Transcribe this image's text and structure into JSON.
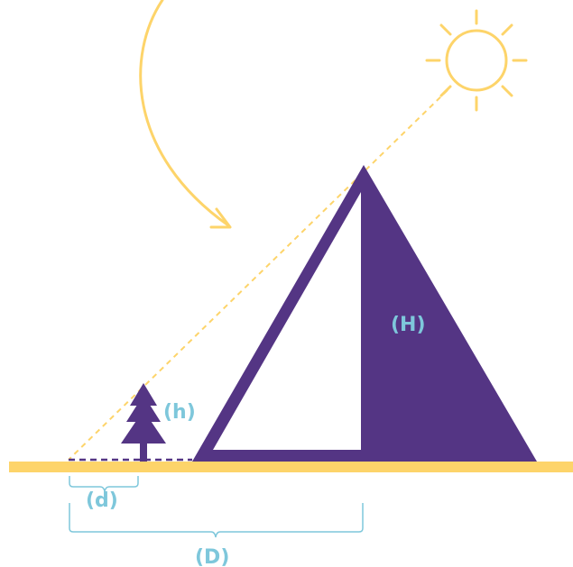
{
  "labels": {
    "tree_height": "(h)",
    "pyramid_height": "(H)",
    "tree_shadow": "(d)",
    "pyramid_shadow": "(D)"
  },
  "icons": {
    "sun": "sun-icon",
    "tree": "tree-icon",
    "pyramid": "pyramid",
    "arrow": "curved-arrow-icon"
  },
  "colors": {
    "sun": "#FDD46A",
    "ground": "#FDD46A",
    "sun_ray_line": "#FDD46A",
    "shape_fill": "#543584",
    "label_text": "#7EC7DB",
    "bracket": "#7EC7DB",
    "shadow_line": "#543584",
    "background": "#FFFFFF"
  }
}
